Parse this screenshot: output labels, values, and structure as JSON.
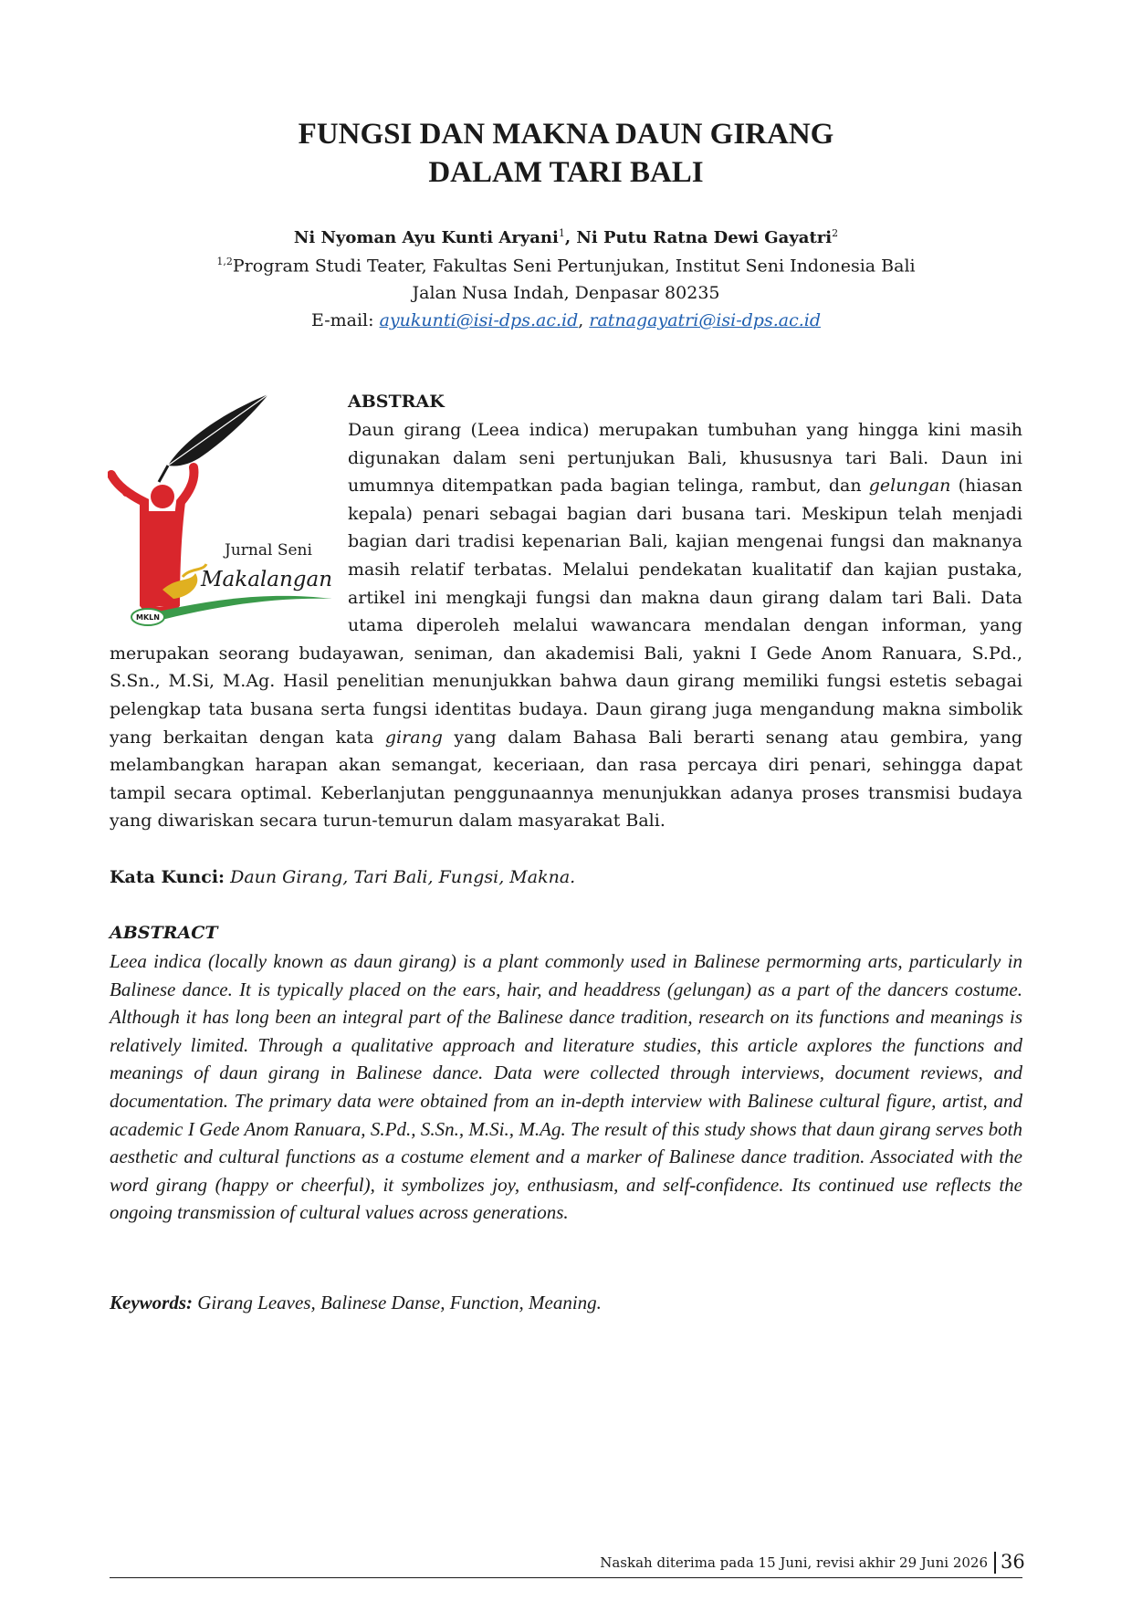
{
  "title": {
    "line1": "FUNGSI DAN MAKNA DAUN GIRANG",
    "line2": "DALAM TARI BALI"
  },
  "authors": {
    "author1": "Ni Nyoman Ayu Kunti Aryani",
    "author1_sup": "1",
    "separator": ", ",
    "author2": "Ni Putu Ratna Dewi Gayatri",
    "author2_sup": "2"
  },
  "affiliation": {
    "sup": "1,2",
    "line1": "Program Studi Teater, Fakultas Seni Pertunjukan, Institut Seni Indonesia Bali",
    "line2": "Jalan Nusa Indah, Denpasar 80235",
    "email_label": "E-mail: ",
    "email1": "ayukunti@isi-dps.ac.id",
    "email_sep": ", ",
    "email2": "ratnagayatri@isi-dps.ac.id"
  },
  "logo": {
    "line1": "Jurnal Seni",
    "line2": "Makalangan",
    "badge": "MKLN",
    "colors": {
      "feather": "#1a1a1a",
      "figure": "#d9262c",
      "swoosh": "#3a9a4a",
      "gold": "#e0b020"
    }
  },
  "abstrak": {
    "heading": "ABSTRAK",
    "p1": "Daun girang (Leea indica) merupakan tumbuhan yang hingga kini masih digunakan dalam seni pertunjukan Bali, khususnya tari Bali. Daun ini umumnya ditempatkan pada bagian telinga, rambut, dan ",
    "term1": "gelungan",
    "p2": " (hiasan kepala) penari sebagai bagian dari busana tari. Meskipun telah menjadi bagian dari tradisi kepenarian Bali, kajian mengenai fungsi dan maknanya masih relatif terbatas. Melalui pendekatan kualitatif dan kajian pustaka, artikel ini mengkaji fungsi dan makna daun girang dalam tari Bali. Data utama diperoleh melalui wawancara mendalan dengan informan, yang merupakan seorang budayawan, seniman, dan akademisi Bali, yakni I Gede Anom Ranuara, S.Pd., S.Sn., M.Si, M.Ag. Hasil penelitian menunjukkan bahwa daun girang memiliki fungsi estetis sebagai pelengkap tata busana serta fungsi identitas budaya. Daun girang juga mengandung makna simbolik yang berkaitan dengan kata ",
    "term2": "girang",
    "p3": " yang dalam Bahasa Bali berarti senang atau gembira, yang melambangkan harapan akan semangat, keceriaan, dan rasa percaya diri penari, sehingga dapat tampil secara optimal. Keberlanjutan penggunaannya menunjukkan adanya proses transmisi budaya yang diwariskan secara turun-temurun dalam masyarakat Bali."
  },
  "kata_kunci": {
    "label": "Kata Kunci:",
    "value": " Daun Girang, Tari Bali, Fungsi, Makna."
  },
  "abstract": {
    "heading": "ABSTRACT",
    "body": "Leea indica (locally known as daun girang) is a plant commonly used in Balinese permorming arts, particularly in Balinese dance. It is typically placed on the ears, hair, and headdress (gelungan) as a part of the dancers costume. Although it has long been an integral part of the Balinese dance tradition, research on its functions and meanings is relatively limited. Through a qualitative approach and literature studies, this article axplores the functions and meanings of daun girang in Balinese dance. Data were collected through interviews, document reviews, and documentation. The primary data were obtained from an in-depth interview with Balinese cultural figure, artist, and academic I Gede Anom Ranuara, S.Pd., S.Sn., M.Si., M.Ag. The result of this study shows that daun girang serves both aesthetic and cultural functions as a costume element and a marker of Balinese dance tradition. Associated with the word girang (happy or cheerful), it symbolizes joy, enthusiasm, and self-confidence. Its continued use reflects the ongoing transmission of cultural values across generations."
  },
  "keywords": {
    "label": "Keywords:",
    "value": " Girang Leaves, Balinese Danse, Function, Meaning."
  },
  "footer": {
    "received": "Naskah diterima pada 15 Juni, revisi akhir 29 Juni 2026",
    "page": "36"
  }
}
